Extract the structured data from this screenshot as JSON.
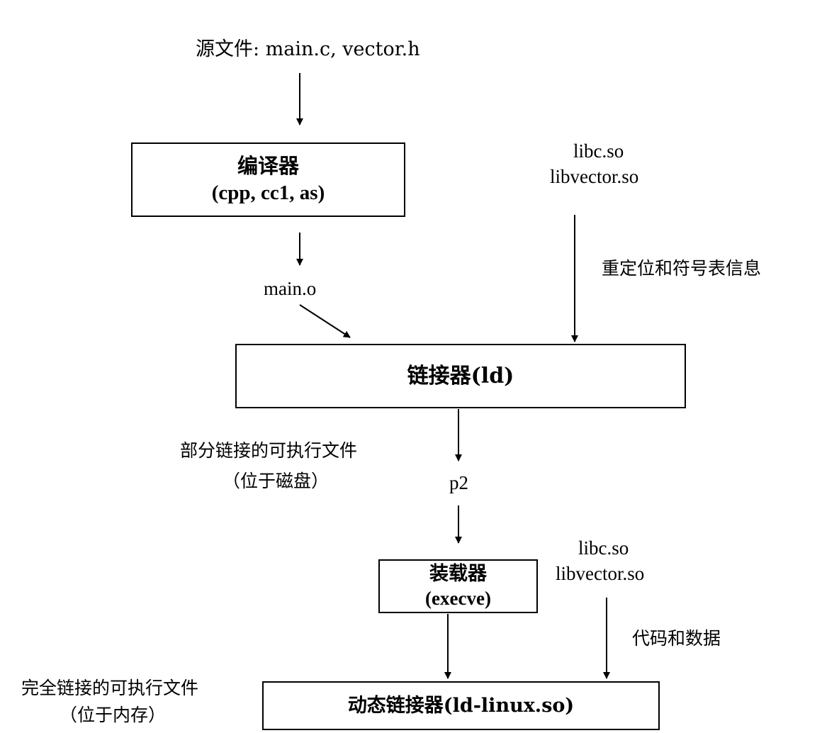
{
  "source_files": "源文件: main.c, vector.h",
  "compiler": {
    "title": "编译器",
    "subtitle": "(cpp, cc1, as)"
  },
  "libs_top": {
    "line1": "libc.so",
    "line2": "libvector.so"
  },
  "reloc_info": "重定位和符号表信息",
  "object_file": "main.o",
  "linker": {
    "title": "链接器(ld)"
  },
  "partial_exec": {
    "line1": "部分链接的可执行文件",
    "line2": "（位于磁盘）"
  },
  "program": "p2",
  "loader": {
    "title": "装载器",
    "subtitle": "(execve)"
  },
  "libs_bottom": {
    "line1": "libc.so",
    "line2": "libvector.so"
  },
  "code_data": "代码和数据",
  "full_exec": {
    "line1": "完全链接的可执行文件",
    "line2": "（位于内存）"
  },
  "dyn_linker": {
    "title": "动态链接器(ld-linux.so)"
  }
}
